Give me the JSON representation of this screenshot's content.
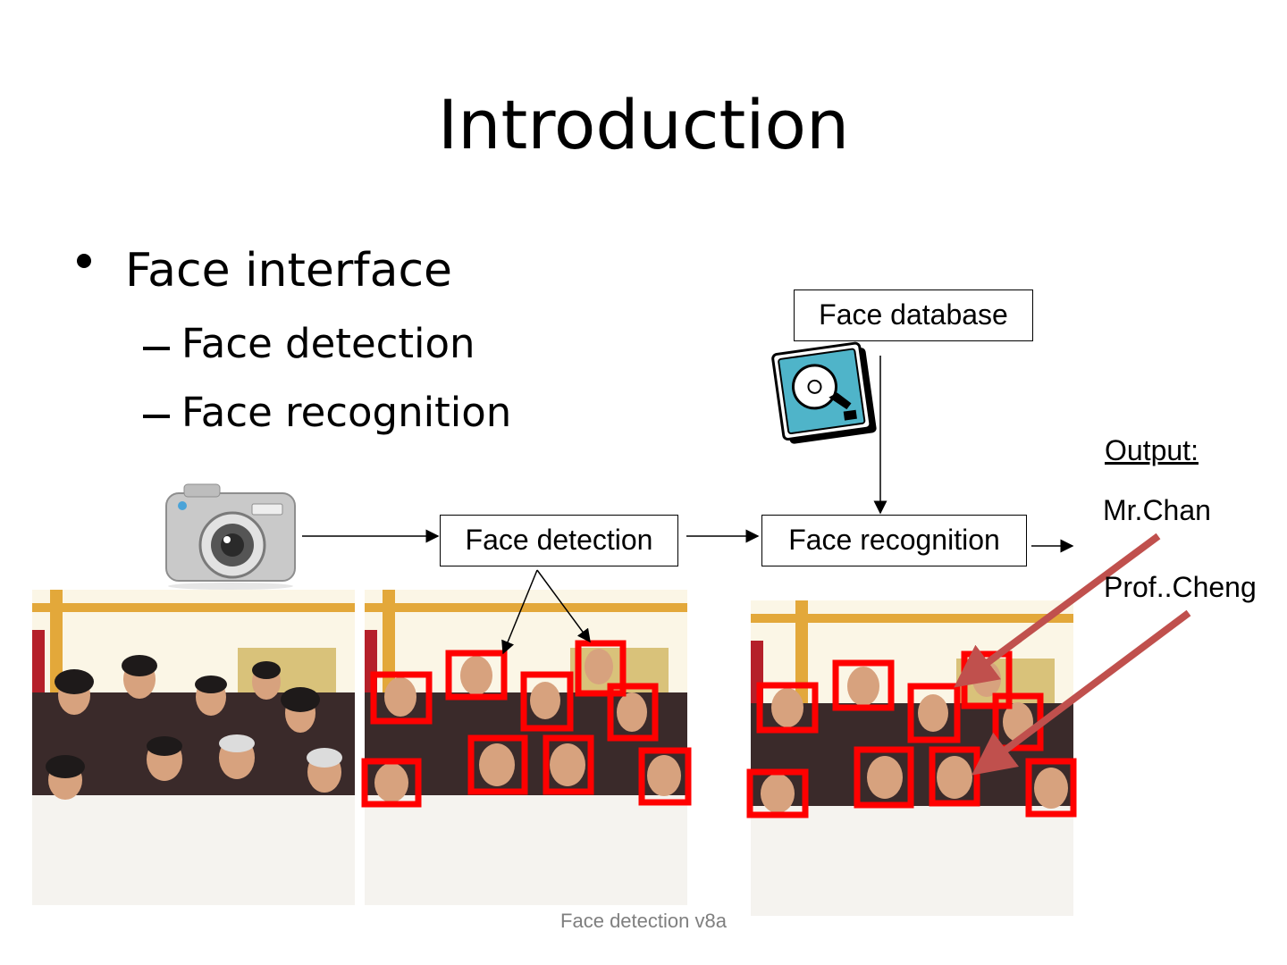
{
  "slide": {
    "title": "Introduction",
    "bullet": "Face interface",
    "sub_bullets": [
      "Face detection",
      "Face recognition"
    ],
    "footer": "Face detection v8a"
  },
  "diagram": {
    "face_database_label": "Face database",
    "face_detection_label": "Face detection",
    "face_recognition_label": "Face recognition",
    "output_heading": "Output:",
    "outputs": [
      "Mr.Chan",
      "Prof..Cheng"
    ]
  },
  "icons": {
    "camera": "camera-icon",
    "database": "hard-disk-icon"
  },
  "colors": {
    "detection_box": "#ff0000",
    "pointer_arrow": "#c0504d",
    "footer_text": "#7f7f7f"
  }
}
